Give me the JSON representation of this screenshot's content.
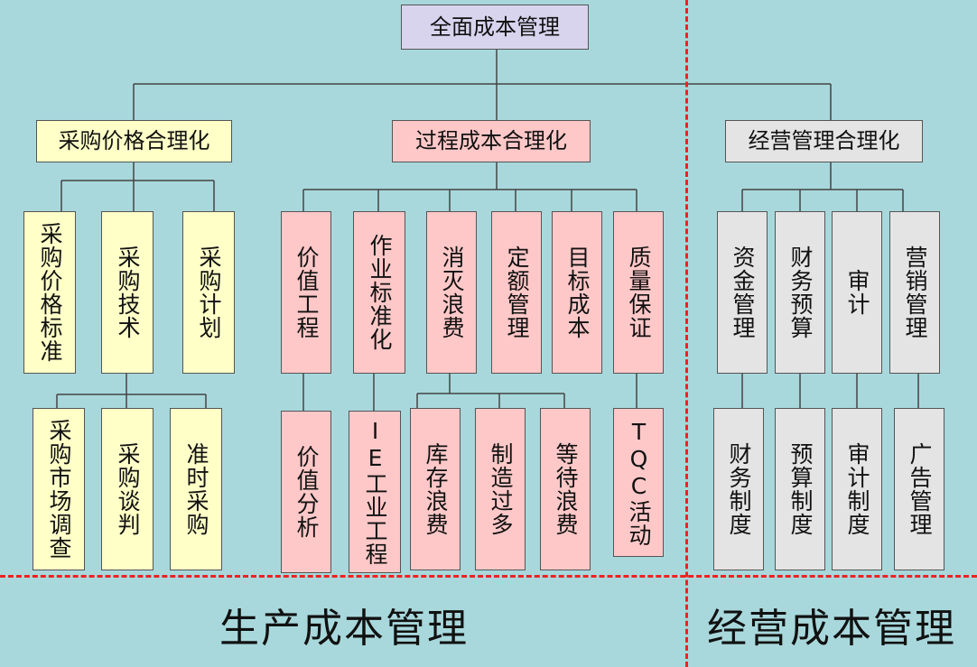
{
  "root": {
    "label": "全面成本管理"
  },
  "branches": {
    "purchase": {
      "label": "采购价格合理化",
      "items": [
        "采购价格标准",
        "采购技术",
        "采购计划"
      ],
      "sub": [
        "采购市场调查",
        "采购谈判",
        "准时采购"
      ]
    },
    "process": {
      "label": "过程成本合理化",
      "items": [
        "价值工程",
        "作业标准化",
        "消灭浪费",
        "定额管理",
        "目标成本",
        "质量保证"
      ],
      "sub": [
        "价值分析",
        "IE工业工程",
        "库存浪费",
        "制造过多",
        "等待浪费",
        "TQC活动"
      ]
    },
    "business": {
      "label": "经营管理合理化",
      "items": [
        "资金管理",
        "财务预算",
        "审计",
        "营销管理"
      ],
      "sub": [
        "财务制度",
        "预算制度",
        "审计制度",
        "广告管理"
      ]
    }
  },
  "footer": {
    "production": "生产成本管理",
    "business": "经营成本管理"
  },
  "colors": {
    "background": "#a8d8dc",
    "root": "#d8d4ee",
    "purchase": "#ffffc8",
    "process": "#ffc8c8",
    "business": "#e4e4e4",
    "divider": "#ee2222"
  }
}
